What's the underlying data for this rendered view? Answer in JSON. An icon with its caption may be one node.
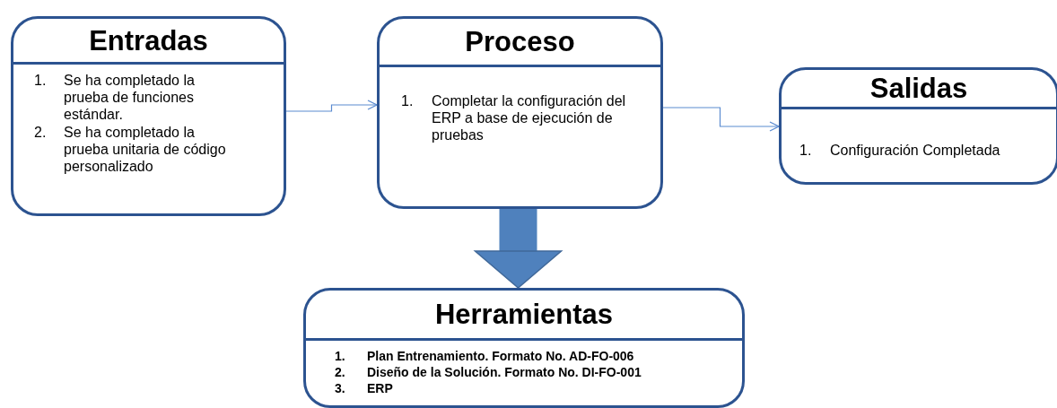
{
  "diagram": {
    "nodes": [
      {
        "text": [
          "Entradas",
          "1. Se ha completado la prueba de funciones estándar.",
          "2. Se ha completado la prueba unitaria de código personalizado"
        ]
      },
      {
        "text": [
          "Proceso",
          "1. Completar la configuración del ERP a base de ejecución de pruebas"
        ]
      },
      {
        "text": [
          "Salidas",
          "1. Configuración Completada"
        ]
      },
      {
        "text": [
          "Herramientas",
          "1. Plan Entrenamiento.  Formato No. AD-FO-006",
          "2. Diseño de la Solución. Formato No. DI-FO-001",
          "3. ERP"
        ]
      }
    ],
    "edges": [
      {
        "from": 0,
        "to": 1,
        "arrow": "to"
      },
      {
        "from": 1,
        "to": 2,
        "arrow": "to"
      },
      {
        "from": 1,
        "to": 3,
        "arrow": "to",
        "style": "thick",
        "color": "#4f81bd"
      }
    ]
  }
}
